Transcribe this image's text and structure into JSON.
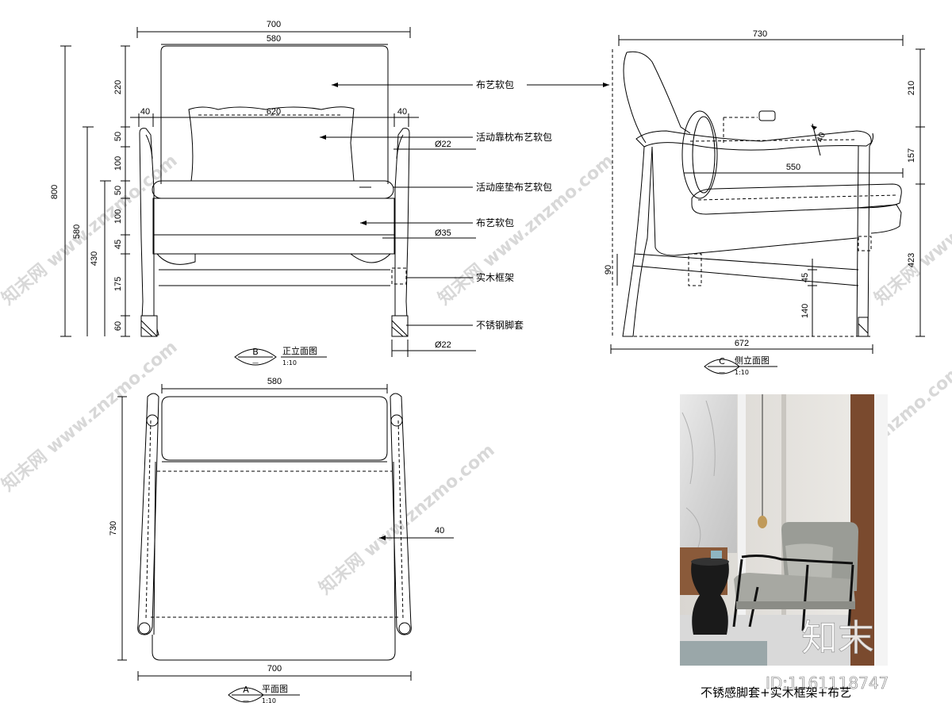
{
  "front_view": {
    "dims": {
      "overall_width": "700",
      "back_width": "580",
      "pillow_width": "620",
      "arm_left": "40",
      "arm_right": "40",
      "total_height": "800",
      "arm_height": "580",
      "seat_height": "430",
      "seg_back": "220",
      "seg_50a": "50",
      "seg_100a": "100",
      "seg_50b": "50",
      "seg_100b": "100",
      "seg_45": "45",
      "seg_175": "175",
      "seg_60": "60",
      "dia_arm": "Ø22",
      "dia_rail": "Ø35",
      "dia_leg": "Ø22"
    },
    "labels": {
      "fabric_back": "布艺软包",
      "pillow": "活动靠枕布艺软包",
      "cushion": "活动座垫布艺软包",
      "fabric_base": "布艺软包",
      "frame": "实木框架",
      "foot": "不锈钢脚套"
    },
    "title": {
      "mark": "B",
      "name": "正立面图",
      "scale": "1:10"
    }
  },
  "side_view": {
    "dims": {
      "depth": "730",
      "seat_depth": "550",
      "base_depth": "672",
      "h_210": "210",
      "h_157": "157",
      "h_423": "423",
      "h_90": "90",
      "h_45": "45",
      "h_140": "140",
      "arm_thk": "40"
    },
    "title": {
      "mark": "C",
      "name": "侧立面图",
      "scale": "1:10"
    }
  },
  "plan_view": {
    "dims": {
      "top_width": "580",
      "bottom_width": "700",
      "depth": "730",
      "arm": "40"
    },
    "title": {
      "mark": "A",
      "name": "平面图",
      "scale": "1:10"
    }
  },
  "photo": {
    "caption": "不锈感脚套+实木框架+布艺",
    "brand": "知末",
    "id_text": "ID:1161118747"
  },
  "watermark": "知末网 www.znzmo.com"
}
